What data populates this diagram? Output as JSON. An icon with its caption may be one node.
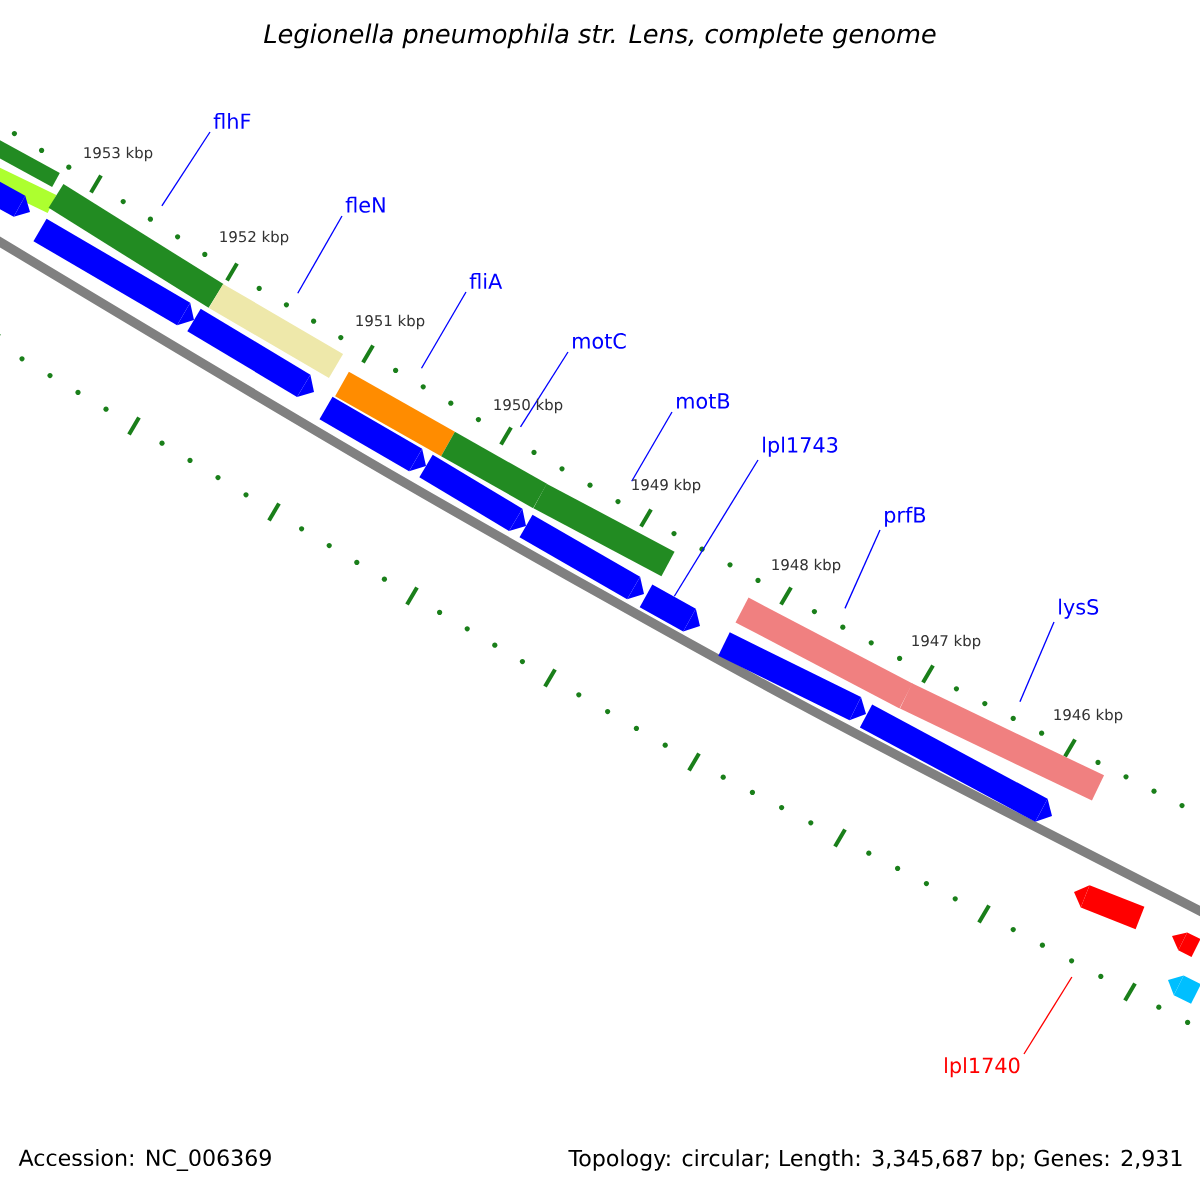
{
  "diagram": {
    "title": "Legionella pneumophila str. Lens, complete genome",
    "nodes": [
      {
        "text": [
          "flhF"
        ]
      },
      {
        "text": [
          "fleN"
        ]
      },
      {
        "text": [
          "fliA"
        ]
      },
      {
        "text": [
          "motC"
        ]
      },
      {
        "text": [
          "motB"
        ]
      },
      {
        "text": [
          "lpl1743"
        ]
      },
      {
        "text": [
          "prfB"
        ]
      },
      {
        "text": [
          "lysS"
        ]
      },
      {
        "text": [
          "lpl1740"
        ]
      },
      {
        "text": [],
        "shape": "bar"
      },
      {
        "text": [],
        "shape": "bar"
      },
      {
        "text": [],
        "shape": "bar"
      },
      {
        "text": [],
        "shape": "bar"
      },
      {
        "text": [],
        "shape": "bar"
      },
      {
        "text": [],
        "shape": "bar"
      },
      {
        "text": [],
        "shape": "bar"
      },
      {
        "text": [],
        "shape": "bar"
      },
      {
        "text": [],
        "shape": "bar"
      },
      {
        "text": [],
        "shape": "bar"
      },
      {
        "text": [],
        "shape": "bar"
      },
      {
        "text": [],
        "shape": "bar"
      },
      {
        "text": [],
        "shape": "bar"
      },
      {
        "text": [],
        "shape": "bar"
      },
      {
        "text": [],
        "shape": "bar"
      },
      {
        "text": [],
        "shape": "bar"
      },
      {
        "text": [],
        "shape": "bar"
      },
      {
        "text": [],
        "shape": "bar"
      },
      {
        "text": [],
        "shape": "bar"
      },
      {
        "text": [],
        "shape": "bar"
      },
      {
        "text": [],
        "shape": "bar"
      }
    ],
    "edges": [
      {
        "from": 0,
        "to": 11,
        "arrow": "none"
      },
      {
        "from": 1,
        "to": 12,
        "arrow": "none"
      },
      {
        "from": 2,
        "to": 13,
        "arrow": "none"
      },
      {
        "from": 3,
        "to": 14,
        "arrow": "none"
      },
      {
        "from": 4,
        "to": 15,
        "arrow": "none"
      },
      {
        "from": 5,
        "to": 24,
        "arrow": "none"
      },
      {
        "from": 6,
        "to": 16,
        "arrow": "none"
      },
      {
        "from": 7,
        "to": 17,
        "arrow": "none"
      },
      {
        "from": 8,
        "to": 27,
        "arrow": "none",
        "color": "#ff0000"
      }
    ],
    "labels": [
      "1953 kbp",
      "1952 kbp",
      "1951 kbp",
      "1950 kbp",
      "1949 kbp",
      "1948 kbp",
      "1947 kbp",
      "1946 kbp",
      "Accession: NC_006369",
      "Topology: circular; Length: 3,345,687 bp; Genes: 2,931"
    ]
  }
}
